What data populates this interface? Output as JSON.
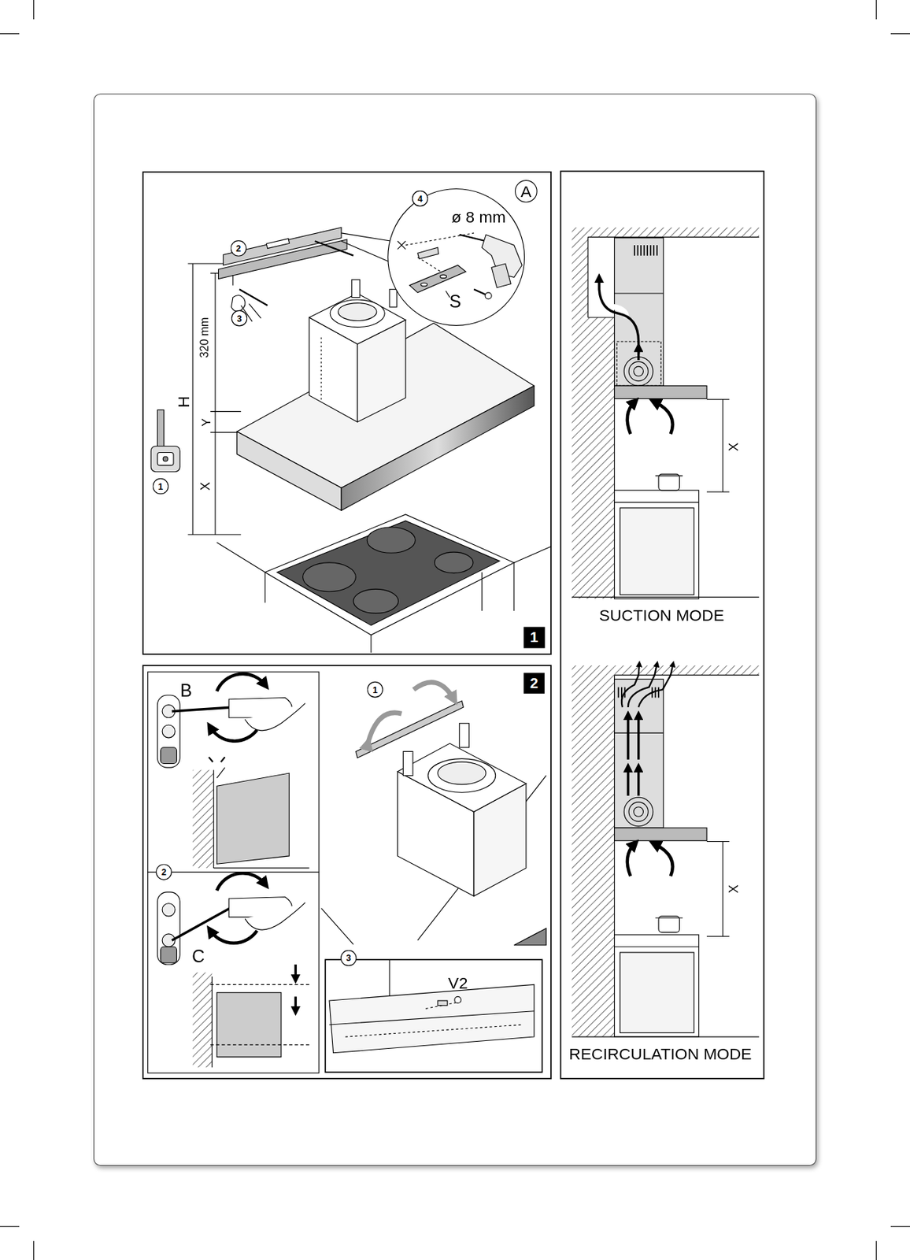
{
  "diagram": {
    "nodes": [
      {
        "text": [
          "A"
        ]
      },
      {
        "text": [
          "4"
        ]
      },
      {
        "text": [
          "2"
        ]
      },
      {
        "text": [
          "3"
        ]
      },
      {
        "text": [
          "1"
        ]
      },
      {
        "text": [
          "1"
        ]
      },
      {
        "text": [
          "1"
        ]
      },
      {
        "text": [
          "2"
        ]
      },
      {
        "text": [
          "2"
        ]
      },
      {
        "text": [
          "3"
        ]
      }
    ],
    "labels": [
      "ø 8 mm",
      "S",
      "320 mm",
      "H",
      "Y",
      "X",
      "B",
      "C",
      "V2",
      "X",
      "SUCTION MODE",
      "X",
      "RECIRCULATION MODE"
    ]
  }
}
